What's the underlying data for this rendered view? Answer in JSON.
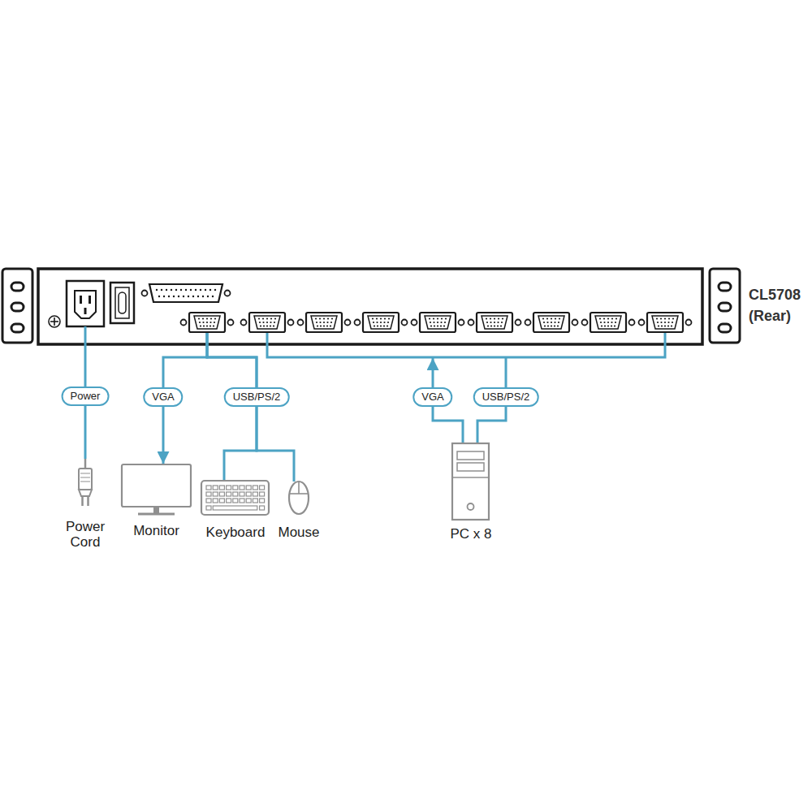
{
  "diagram": {
    "nodes": [
      {
        "text": [
          "CL5708 (Rear)"
        ]
      },
      {
        "text": [
          "Power Cord"
        ]
      },
      {
        "text": [
          "Monitor"
        ]
      },
      {
        "text": [
          "Keyboard"
        ]
      },
      {
        "text": [
          "Mouse"
        ]
      },
      {
        "text": [
          "PC x 8"
        ]
      }
    ],
    "edges": [
      {
        "from": 0,
        "to": 1,
        "label": "Power",
        "arrow": "none"
      },
      {
        "from": 0,
        "to": 2,
        "label": "VGA",
        "arrow": "to"
      },
      {
        "from": 0,
        "to": 3,
        "label": "USB/PS/2",
        "arrow": "none"
      },
      {
        "from": 0,
        "to": 4,
        "arrow": "none"
      },
      {
        "from": 5,
        "to": 0,
        "label": "VGA",
        "arrow": "to"
      },
      {
        "from": 0,
        "to": 5,
        "label": "USB/PS/2",
        "arrow": "none"
      }
    ]
  }
}
